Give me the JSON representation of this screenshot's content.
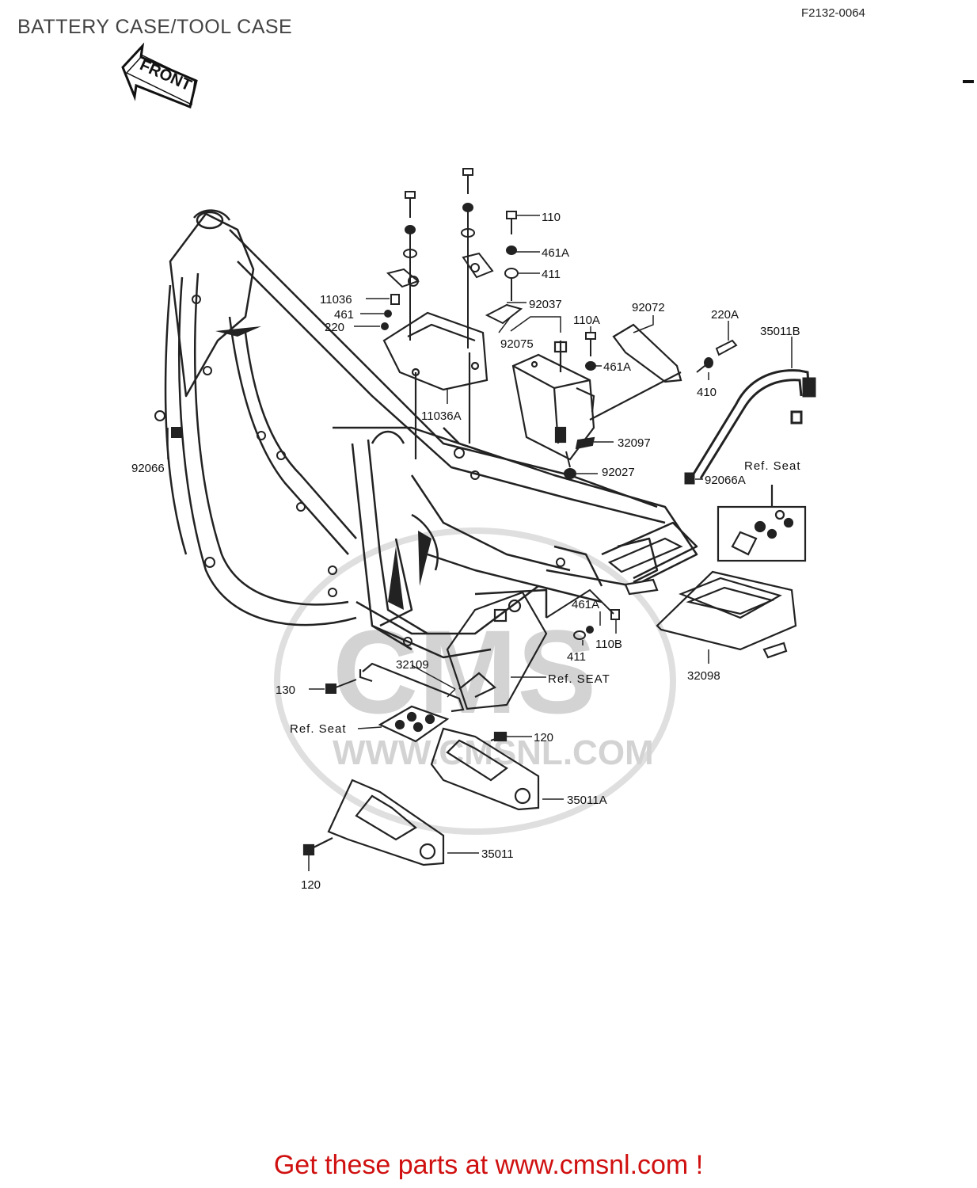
{
  "header": {
    "title": "BATTERY CASE/TOOL CASE",
    "code": "F2132-0064"
  },
  "front_arrow": {
    "label": "FRONT"
  },
  "watermark": {
    "brand": "CMS",
    "site": "WWW.CMSNL.COM"
  },
  "parts": {
    "p110": "110",
    "p461A_top": "461A",
    "p411_top": "411",
    "p11036": "11036",
    "p461": "461",
    "p220": "220",
    "p92037": "92037",
    "p92072": "92072",
    "p220A": "220A",
    "p35011B": "35011B",
    "p110A": "110A",
    "p92075": "92075",
    "p461A_mid": "461A",
    "p410": "410",
    "p11036A": "11036A",
    "p32097": "32097",
    "p92066": "92066",
    "p92027": "92027",
    "p92066A": "92066A",
    "ref_seat_right": "Ref. Seat",
    "p461A_low": "461A",
    "p411_low": "411",
    "p110B": "110B",
    "p32109": "32109",
    "ref_seat_mid": "Ref. SEAT",
    "p32098": "32098",
    "p130": "130",
    "ref_seat_left": "Ref. Seat",
    "p120_right": "120",
    "p35011A": "35011A",
    "p35011": "35011",
    "p120_left": "120"
  },
  "footer": {
    "text": "Get these parts at www.cmsnl.com !"
  }
}
